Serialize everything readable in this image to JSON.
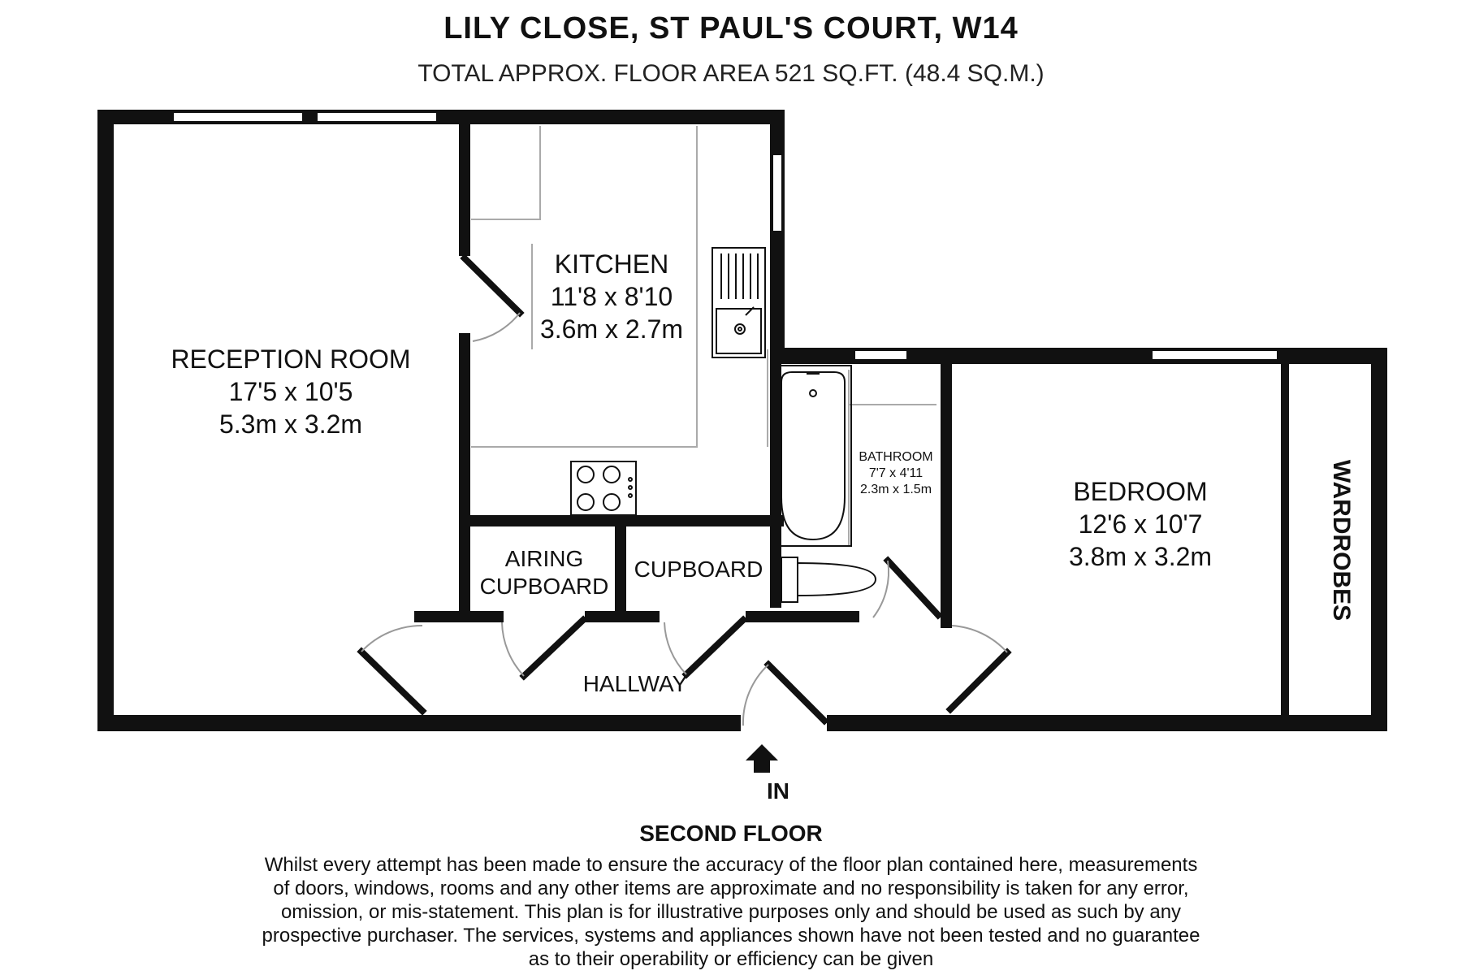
{
  "header": {
    "title": "LILY CLOSE, ST PAUL'S COURT, W14",
    "subtitle": "TOTAL APPROX. FLOOR AREA 521 SQ.FT. (48.4 SQ.M.)"
  },
  "rooms": {
    "reception": {
      "name": "RECEPTION ROOM",
      "imperial": "17'5 x 10'5",
      "metric": "5.3m x 3.2m"
    },
    "kitchen": {
      "name": "KITCHEN",
      "imperial": "11'8 x 8'10",
      "metric": "3.6m x 2.7m"
    },
    "bathroom": {
      "name": "BATHROOM",
      "imperial": "7'7 x 4'11",
      "metric": "2.3m x 1.5m"
    },
    "bedroom": {
      "name": "BEDROOM",
      "imperial": "12'6 x 10'7",
      "metric": "3.8m x 3.2m"
    },
    "airing": {
      "line1": "AIRING",
      "line2": "CUPBOARD"
    },
    "cupboard": {
      "name": "CUPBOARD"
    },
    "hallway": {
      "name": "HALLWAY"
    },
    "wardrobes": {
      "name": "WARDROBES"
    }
  },
  "entrance": {
    "label": "IN"
  },
  "footer": {
    "floor": "SECOND FLOOR",
    "disclaimer_lines": [
      "Whilst every attempt has been made to ensure the accuracy of the floor plan contained here, measurements",
      "of doors, windows, rooms and any other items are approximate and no responsibility is taken for any error,",
      "omission, or mis-statement. This plan is for illustrative purposes only and should be used as such by any",
      "prospective purchaser. The services, systems and appliances shown have not been tested and no guarantee",
      "as to their operability or efficiency can be given"
    ]
  },
  "colors": {
    "wall": "#111111",
    "fixture_line": "#999999",
    "background": "#ffffff"
  }
}
